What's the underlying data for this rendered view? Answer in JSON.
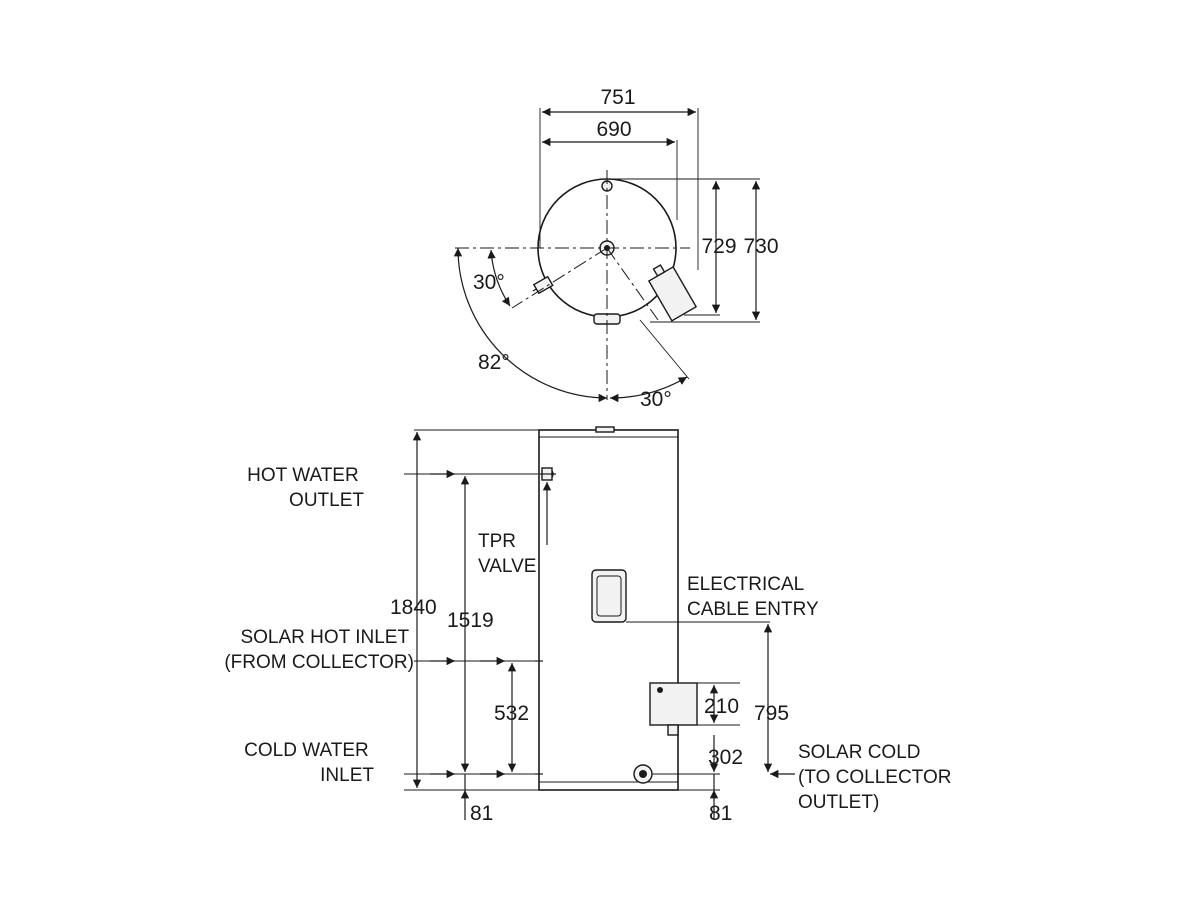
{
  "top_view": {
    "dim_overall_width": "751",
    "dim_tank_width": "690",
    "dim_depth_inner": "729",
    "dim_depth_outer": "730",
    "angle_left": "30°",
    "angle_sweep": "82°",
    "angle_bottom": "30°"
  },
  "front_view": {
    "label_hot_water_outlet": [
      "HOT WATER",
      "OUTLET"
    ],
    "label_tpr_valve": [
      "TPR",
      "VALVE"
    ],
    "label_solar_hot_inlet": [
      "SOLAR HOT INLET",
      "(FROM COLLECTOR)"
    ],
    "label_cold_water_inlet": [
      "COLD WATER",
      "INLET"
    ],
    "label_electrical_cable_entry": [
      "ELECTRICAL",
      "CABLE ENTRY"
    ],
    "label_solar_cold": [
      "SOLAR COLD",
      "(TO COLLECTOR",
      "OUTLET)"
    ],
    "dim_overall_height": "1840",
    "dim_hot_outlet_height": "1519",
    "dim_solar_hot_inlet": "532",
    "dim_bottom_left": "81",
    "dim_element_box": "210",
    "dim_cable_entry": "795",
    "dim_solar_cold": "302",
    "dim_bottom_right": "81"
  }
}
